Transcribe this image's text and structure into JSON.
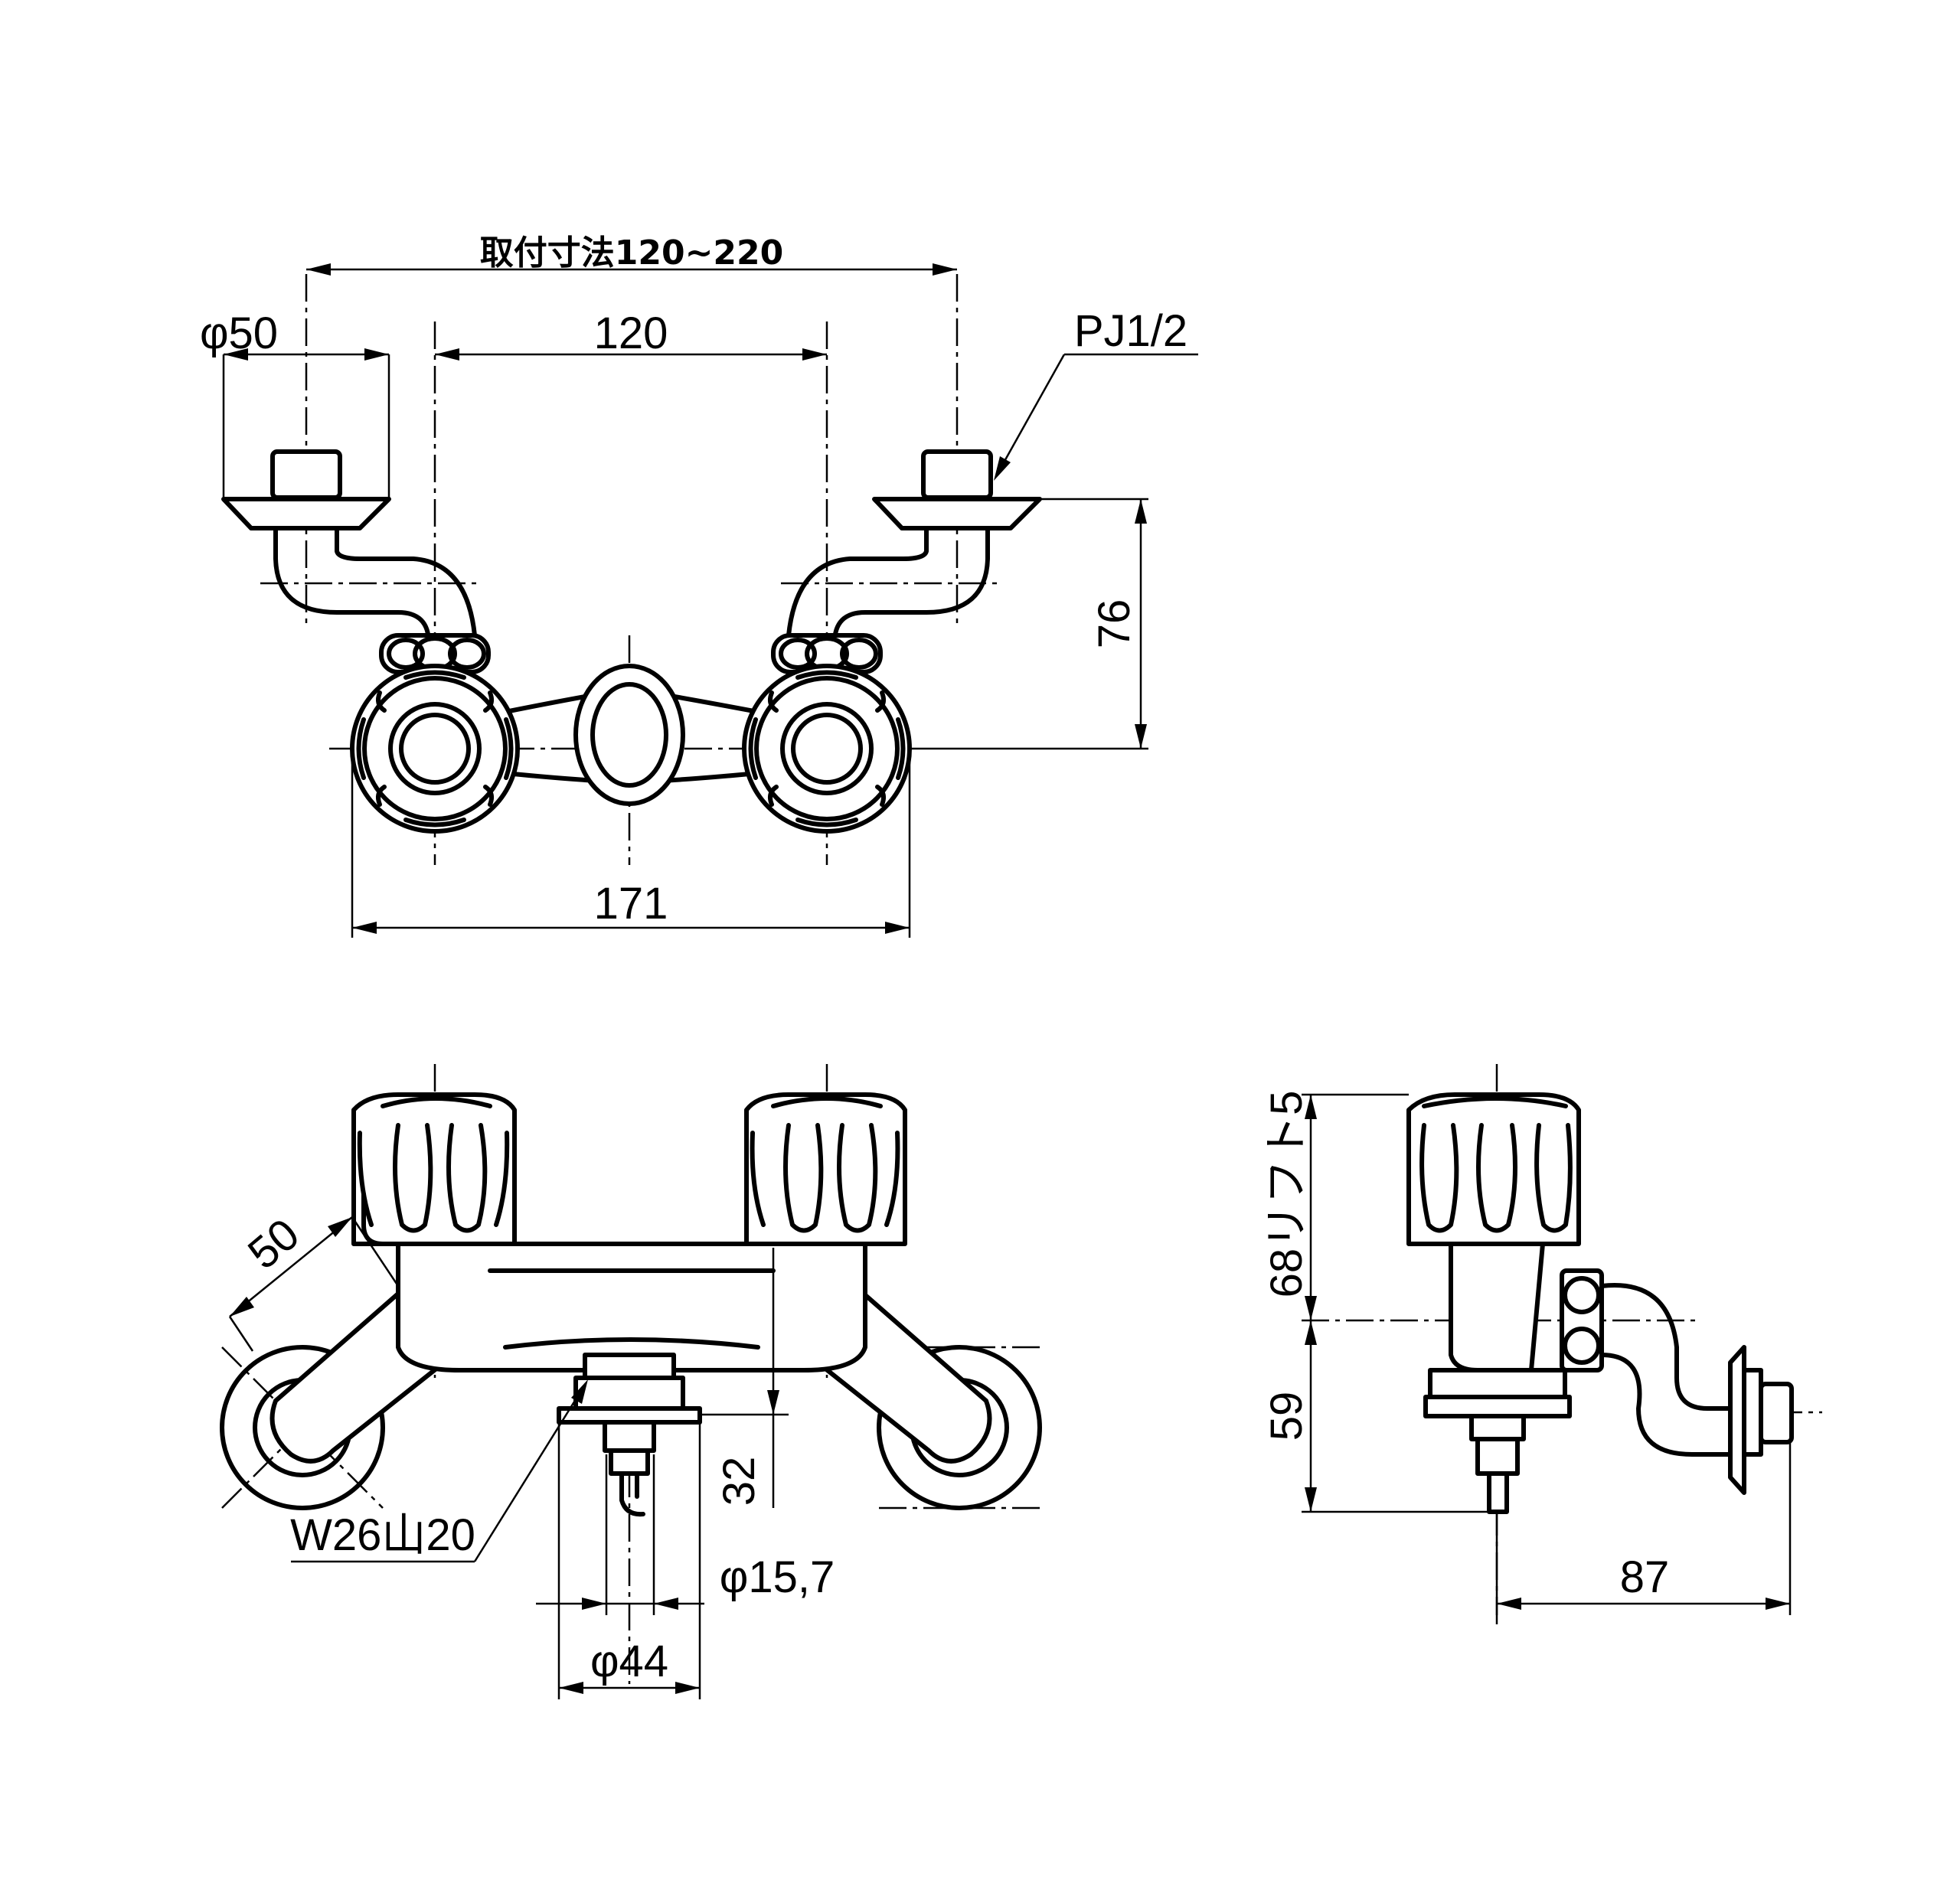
{
  "top_view": {
    "mount_range_label": "取付寸法120~220",
    "inner_distance_label": "120",
    "flange_dia_label": "φ50",
    "thread_label": "PJ1/2",
    "height_label": "76",
    "overall_width_label": "171"
  },
  "front_view": {
    "arm_length_label": "50",
    "spout_thread_label": "W26山20",
    "drop_label": "32",
    "outlet_dia_label": "φ15,7",
    "base_dia_label": "φ44"
  },
  "side_view": {
    "lift_label": "68リフト5",
    "lower_height_label": "59",
    "depth_label": "87"
  }
}
